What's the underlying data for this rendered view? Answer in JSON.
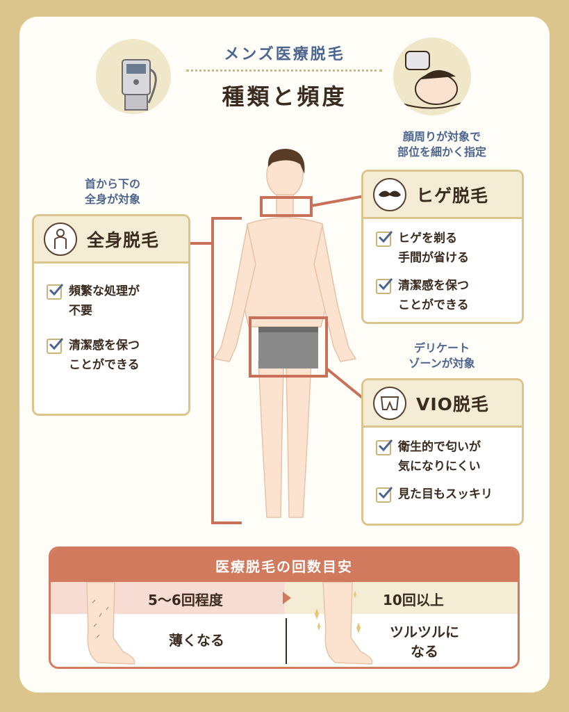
{
  "header": {
    "subtitle": "メンズ医療脱毛",
    "title": "種類と頻度"
  },
  "colors": {
    "background": "#dcc58c",
    "accent": "#d27a5e",
    "note_blue": "#4b6590",
    "text": "#3b2b1f"
  },
  "notes": {
    "whole_body": [
      "首から下の",
      "全身が対象"
    ],
    "beard": [
      "顔周りが対象で",
      "部位を細かく指定"
    ],
    "vio": [
      "デリケート",
      "ゾーンが対象"
    ]
  },
  "cards": {
    "whole_body": {
      "title": "全身脱毛",
      "icon": "person-icon",
      "items": [
        [
          "頻繁な処理が",
          "不要"
        ],
        [
          "清潔感を保つ",
          "ことができる"
        ]
      ]
    },
    "beard": {
      "title": "ヒゲ脱毛",
      "icon": "mustache-icon",
      "items": [
        [
          "ヒゲを剃る",
          "手間が省ける"
        ],
        [
          "清潔感を保つ",
          "ことができる"
        ]
      ]
    },
    "vio": {
      "title": "VIO脱毛",
      "icon": "underwear-icon",
      "items": [
        [
          "衛生的で匂いが",
          "気になりにくい"
        ],
        [
          "見た目もスッキリ"
        ]
      ]
    }
  },
  "frequency": {
    "title": "医療脱毛の回数目安",
    "left_count": "5～6回程度",
    "right_count": "10回以上",
    "left_result": "薄くなる",
    "right_result": [
      "ツルツルに",
      "なる"
    ]
  }
}
